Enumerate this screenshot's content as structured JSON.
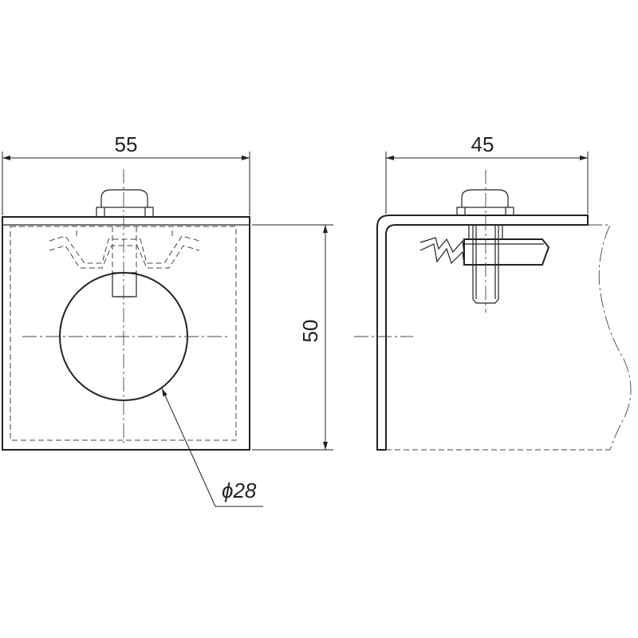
{
  "dimensions": {
    "front_width": "55",
    "side_width": "45",
    "height": "50",
    "hole_diameter": "ϕ28"
  }
}
